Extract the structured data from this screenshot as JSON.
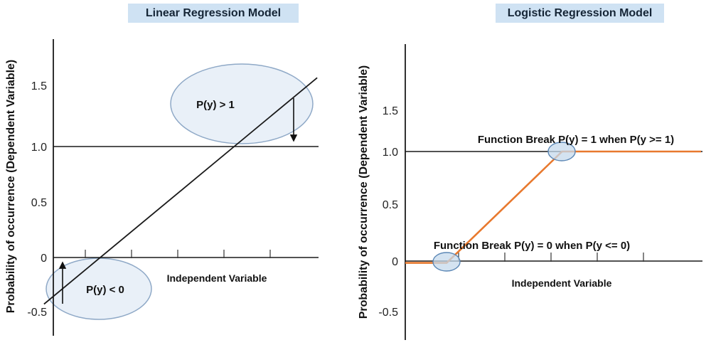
{
  "chart_data": [
    {
      "type": "line",
      "title": "Linear Regression Model",
      "xlabel": "Independent Variable",
      "ylabel": "Probability of occurrence (Dependent Variable)",
      "yticks": [
        1.5,
        1.0,
        0.5,
        0,
        -0.5
      ],
      "ytick_labels": [
        "1.5",
        "1.0",
        "0.5",
        "0",
        "-0.5"
      ],
      "xlim": [
        0,
        10
      ],
      "ylim": [
        -0.7,
        2.0
      ],
      "grid": false,
      "legend": false,
      "reference_lines": [
        {
          "axis": "y",
          "value": 1.0,
          "color": "#1a1a1a"
        },
        {
          "axis": "y",
          "value": 0.0,
          "color": "#1a1a1a",
          "note": "x-axis baseline"
        }
      ],
      "series": [
        {
          "name": "linear-regression-line",
          "color": "#1a1a1a",
          "points": [
            [
              -0.35,
              -0.42
            ],
            [
              9.95,
              1.62
            ]
          ]
        }
      ],
      "annotations": [
        {
          "label": "P(y) > 1",
          "shape": "ellipse",
          "arrow": "down to y = 1 line"
        },
        {
          "label": "P(y) < 0",
          "shape": "ellipse",
          "arrow": "up to y = 0 line"
        }
      ]
    },
    {
      "type": "line",
      "title": "Logistic Regression Model",
      "xlabel": "Independent Variable",
      "ylabel": "Probability of occurrence (Dependent Variable)",
      "yticks": [
        1.5,
        1.0,
        0.5,
        0,
        -0.5
      ],
      "ytick_labels": [
        "1.5",
        "1.0",
        "0.5",
        "0",
        "-0.5"
      ],
      "xlim": [
        0,
        10
      ],
      "ylim": [
        -0.7,
        2.0
      ],
      "grid": false,
      "legend": false,
      "reference_lines": [
        {
          "axis": "y",
          "value": 1.0,
          "color": "#1a1a1a"
        }
      ],
      "series": [
        {
          "name": "clipped-linear-probability",
          "color": "#e8792e",
          "points": [
            [
              0,
              -0.01
            ],
            [
              1.4,
              -0.01
            ],
            [
              5.3,
              1.0
            ],
            [
              10,
              1.0
            ]
          ]
        }
      ],
      "annotations": [
        {
          "label": "Function Break P(y) = 1 when P(y >= 1)",
          "shape": "circle",
          "at": [
            5.3,
            1.0
          ]
        },
        {
          "label": "Function Break P(y) = 0 when P(y <= 0)",
          "shape": "circle",
          "at": [
            1.4,
            0.0
          ]
        }
      ]
    }
  ],
  "colors": {
    "title_background": "#cfe2f3",
    "title_text": "#152536",
    "annotation_fill": "#e9f0f8",
    "annotation_stroke": "#8fa9c7",
    "logistic_line": "#e8792e",
    "axis": "#1a1a1a"
  }
}
